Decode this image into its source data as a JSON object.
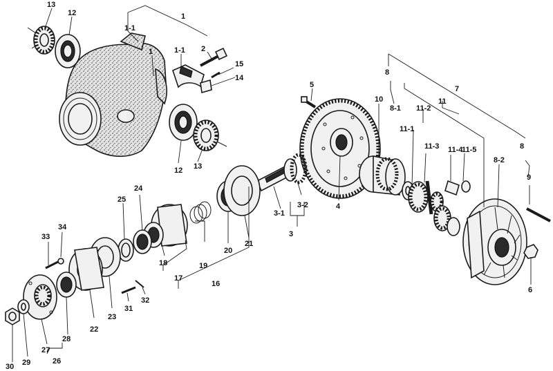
{
  "labels": {
    "l1": "1",
    "l1_1a": "1-1",
    "l1b": "1",
    "l1_1b": "1-1",
    "l2": "2",
    "l3": "3",
    "l3_1": "3-1",
    "l3_2": "3-2",
    "l4": "4",
    "l5": "5",
    "l6": "6",
    "l7": "7",
    "l8a": "8",
    "l8_1": "8-1",
    "l8b": "8",
    "l8_2": "8-2",
    "l9": "9",
    "l10": "10",
    "l11": "11",
    "l11_1": "11-1",
    "l11_2": "11-2",
    "l11_3": "11-3",
    "l11_4": "11-4",
    "l11_5": "11-5",
    "l12a": "12",
    "l12b": "12",
    "l13a": "13",
    "l13b": "13",
    "l14": "14",
    "l15": "15",
    "l16": "16",
    "l17": "17",
    "l18": "18",
    "l19": "19",
    "l20": "20",
    "l21": "21",
    "l22": "22",
    "l23": "23",
    "l24": "24",
    "l25": "25",
    "l26": "26",
    "l27": "27",
    "l28": "28",
    "l29": "29",
    "l30": "30",
    "l31": "31",
    "l32": "32",
    "l33": "33",
    "l34": "34"
  }
}
